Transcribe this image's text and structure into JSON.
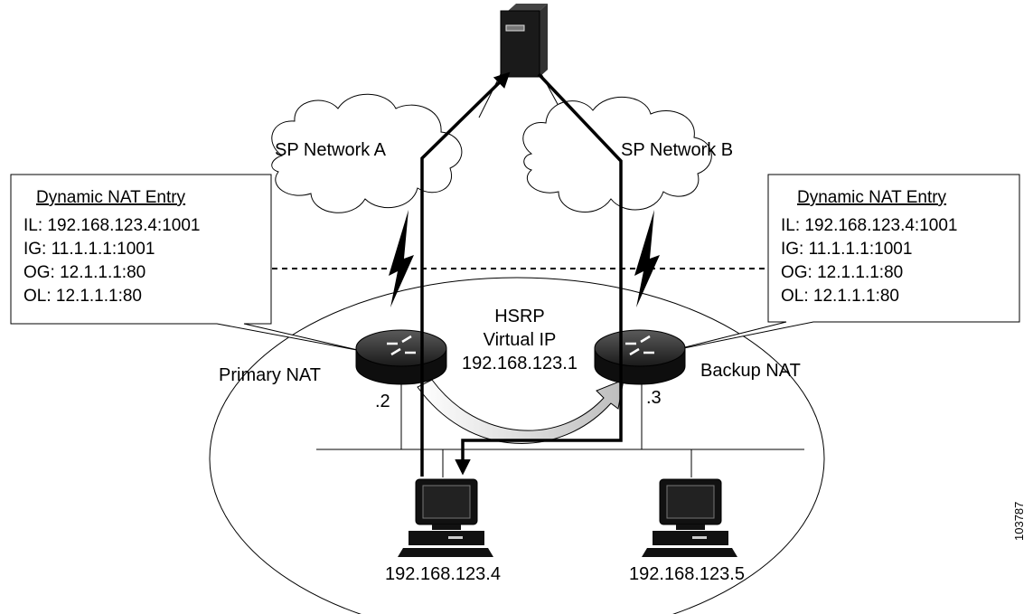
{
  "networks": {
    "cloud_a": "SP Network A",
    "cloud_b": "SP Network B"
  },
  "nat_entry_left": {
    "title": "Dynamic NAT Entry",
    "lines": [
      "IL: 192.168.123.4:1001",
      "IG: 11.1.1.1:1001",
      "OG: 12.1.1.1:80",
      "OL: 12.1.1.1:80"
    ]
  },
  "nat_entry_right": {
    "title": "Dynamic NAT Entry",
    "lines": [
      "IL: 192.168.123.4:1001",
      "IG: 11.1.1.1:1001",
      "OG: 12.1.1.1:80",
      "OL: 12.1.1.1:80"
    ]
  },
  "hsrp": {
    "line1": "HSRP",
    "line2": "Virtual IP",
    "address": "192.168.123.1"
  },
  "routers": {
    "primary_label": "Primary NAT",
    "primary_suffix": ".2",
    "backup_label": "Backup NAT",
    "backup_suffix": ".3"
  },
  "hosts": {
    "host1": "192.168.123.4",
    "host2": "192.168.123.5"
  },
  "figure_id": "103787"
}
